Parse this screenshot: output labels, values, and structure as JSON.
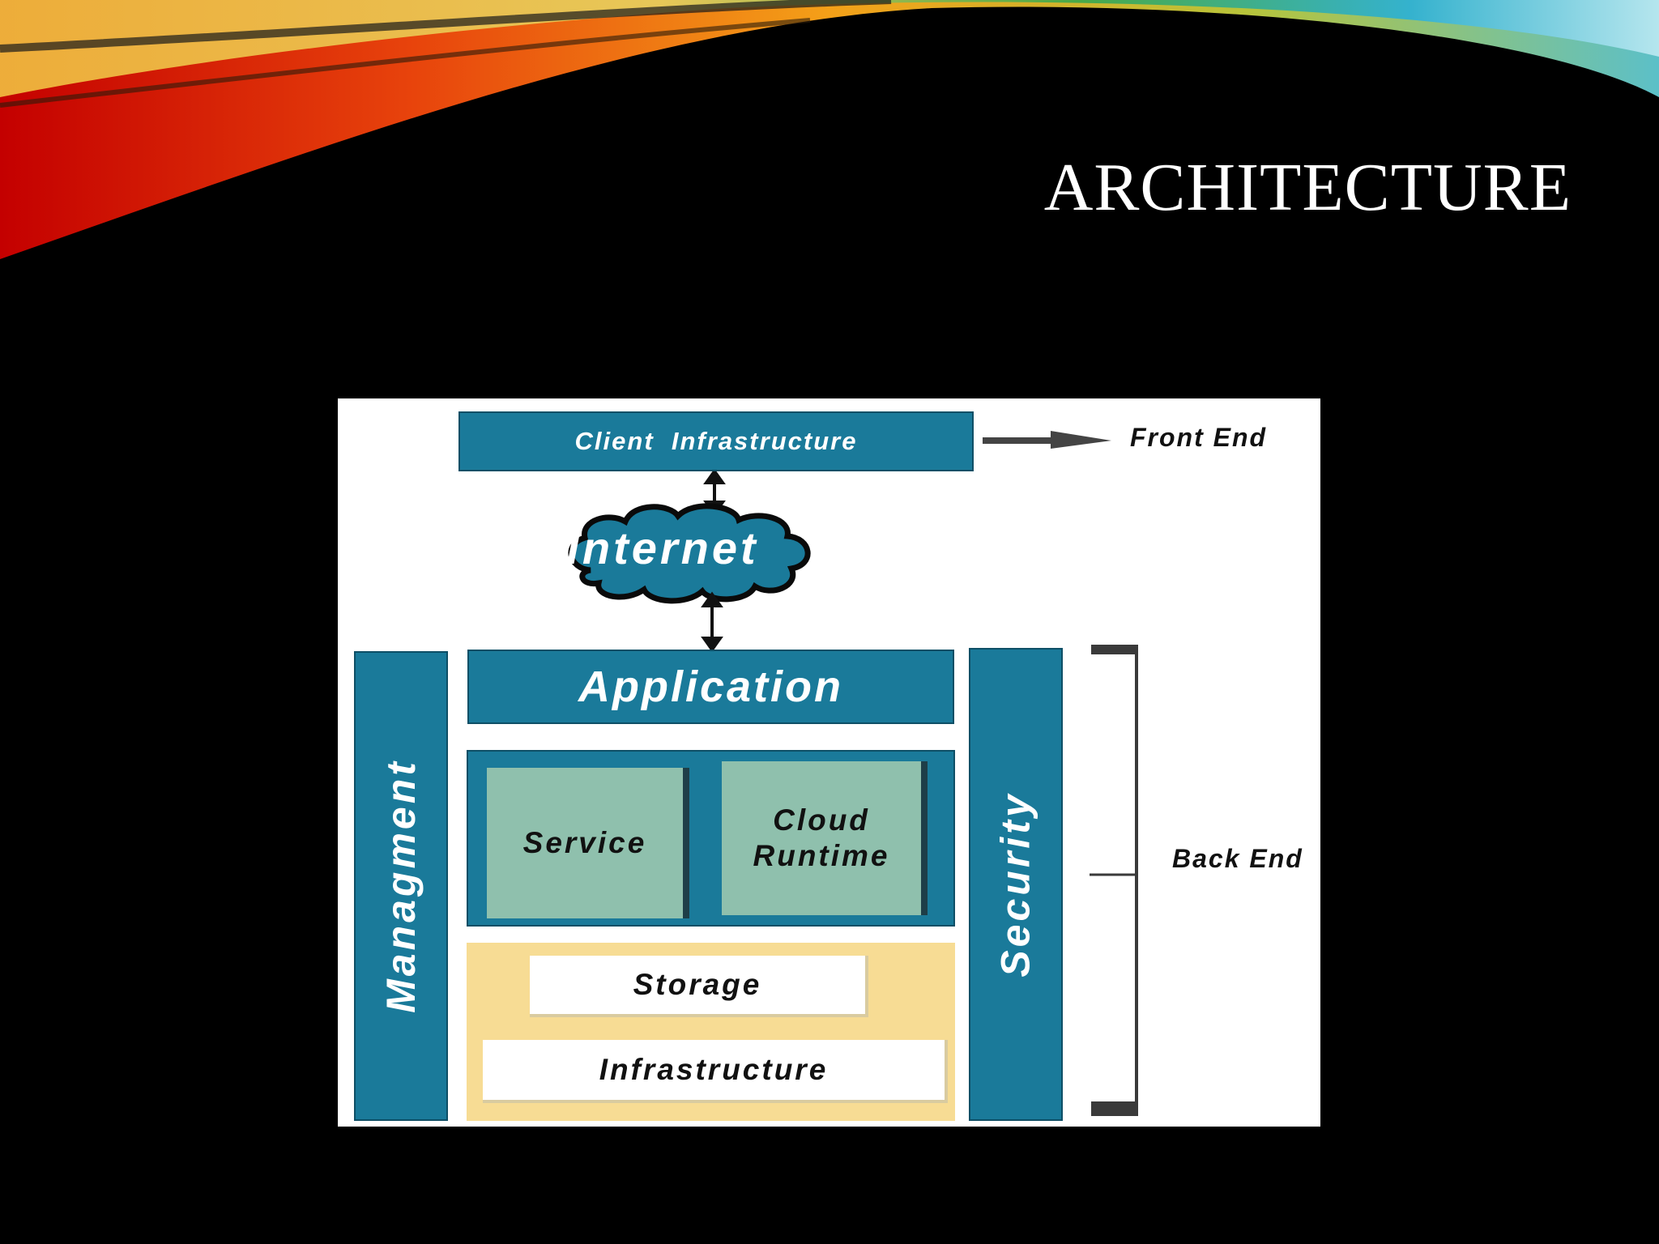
{
  "slide": {
    "title": "ARCHITECTURE"
  },
  "diagram": {
    "client_infrastructure": "Client  Infrastructure",
    "internet": "Internet",
    "application": "Application",
    "service": "Service",
    "cloud_runtime_line1": "Cloud",
    "cloud_runtime_line2": "Runtime",
    "storage": "Storage",
    "infrastructure": "Infrastructure",
    "management": "Managment",
    "security": "Security",
    "front_end": "Front End",
    "back_end": "Back End"
  },
  "colors": {
    "teal": "#1a7a9a",
    "sage": "#8fc0ad",
    "sand": "#f7dc94",
    "background": "#000000"
  }
}
